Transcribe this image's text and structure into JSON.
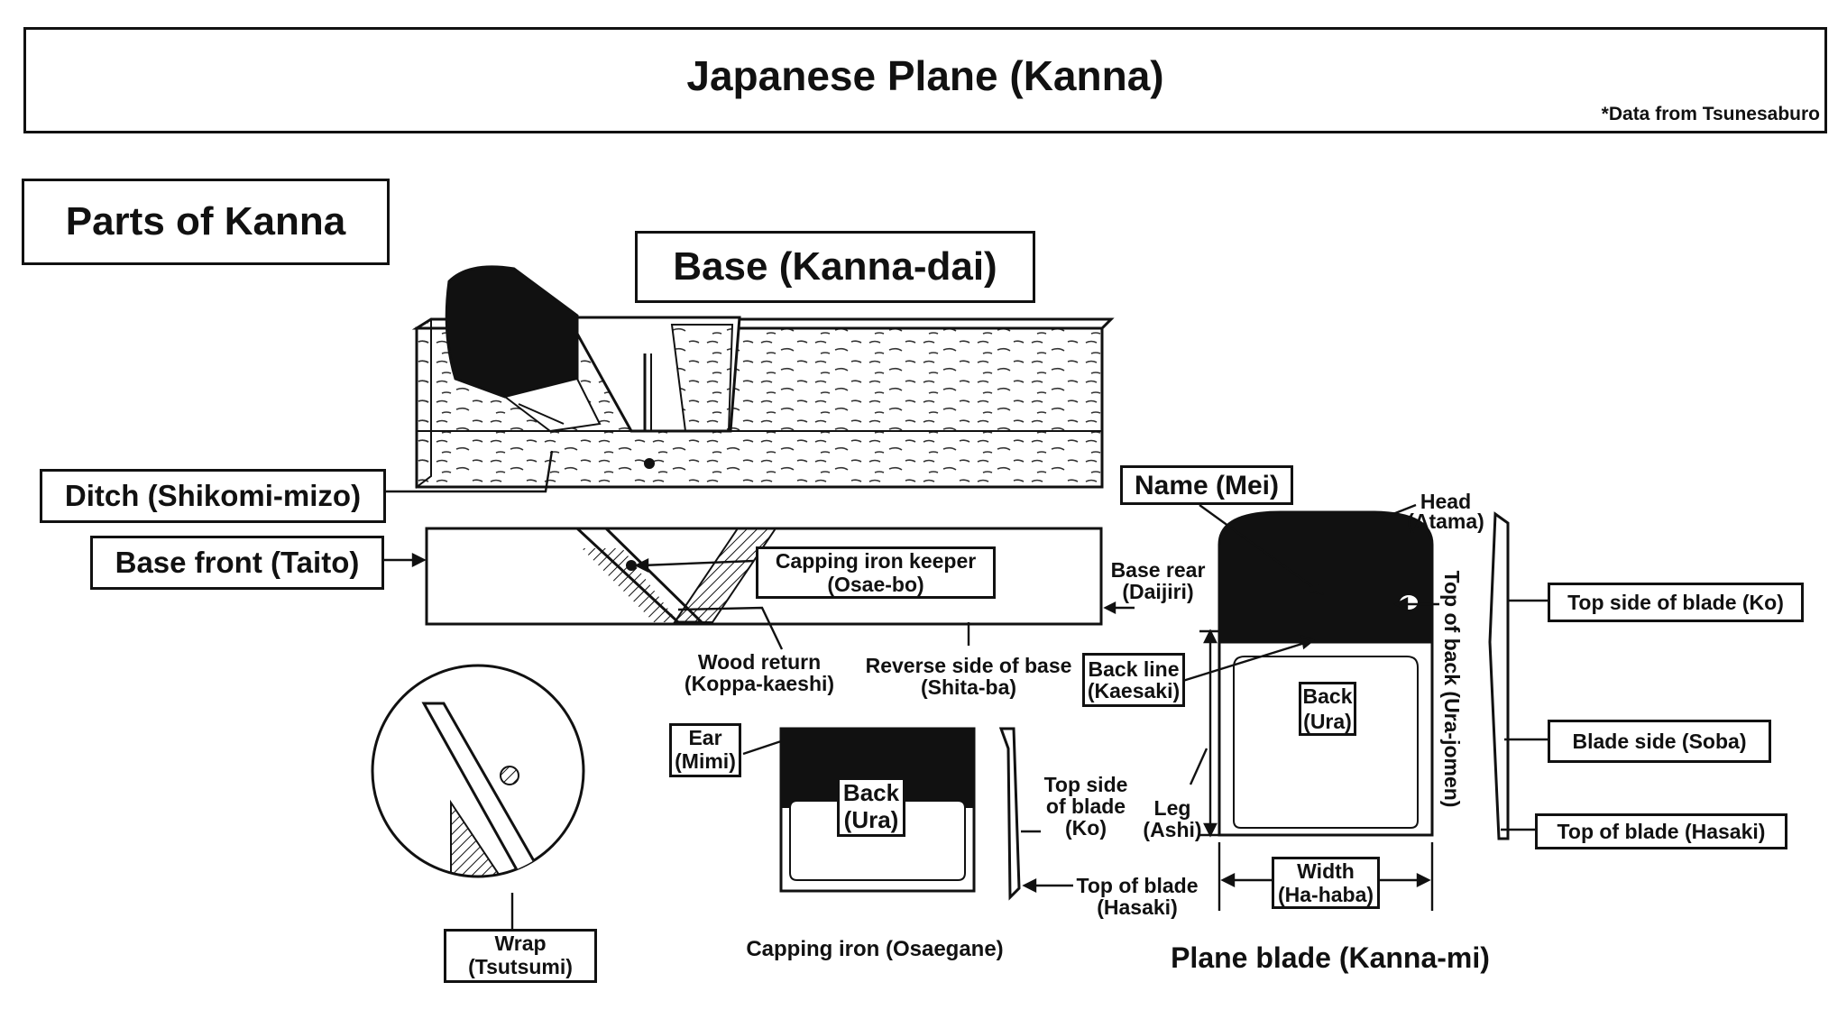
{
  "title": "Japanese Plane (Kanna)",
  "source_note": "*Data from Tsunesaburo",
  "section_title": "Parts of Kanna",
  "labels": {
    "base": "Base (Kanna-dai)",
    "ditch": "Ditch (Shikomi-mizo)",
    "base_front": "Base front (Taito)",
    "capping_iron_keeper": "Capping iron keeper",
    "capping_iron_keeper_jp": "(Osae-bo)",
    "base_rear": "Base rear",
    "base_rear_jp": "(Daijiri)",
    "wood_return": "Wood return",
    "wood_return_jp": "(Koppa-kaeshi)",
    "reverse_side": "Reverse side of base",
    "reverse_side_jp": "(Shita-ba)",
    "name": "Name (Mei)",
    "head": "Head",
    "head_jp": "(Atama)",
    "top_of_back": "Top of back (Ura-jomen)",
    "top_side_blade_right": "Top side of blade (Ko)",
    "back_line": "Back line",
    "back_line_jp": "(Kaesaki)",
    "back_blade": "Back",
    "back_blade_jp": "(Ura)",
    "blade_side": "Blade side (Soba)",
    "leg": "Leg",
    "leg_jp": "(Ashi)",
    "top_of_blade_right": "Top of blade (Hasaki)",
    "width": "Width",
    "width_jp": "(Ha-haba)",
    "plane_blade": "Plane blade (Kanna-mi)",
    "ear": "Ear",
    "ear_jp": "(Mimi)",
    "back_cap": "Back",
    "back_cap_jp": "(Ura)",
    "top_side_blade_mid_1": "Top side",
    "top_side_blade_mid_2": "of blade",
    "top_side_blade_mid_3": "(Ko)",
    "top_of_blade_mid": "Top of blade",
    "top_of_blade_mid_jp": "(Hasaki)",
    "capping_iron": "Capping iron (Osaegane)",
    "wrap": "Wrap",
    "wrap_jp": "(Tsutsumi)"
  }
}
